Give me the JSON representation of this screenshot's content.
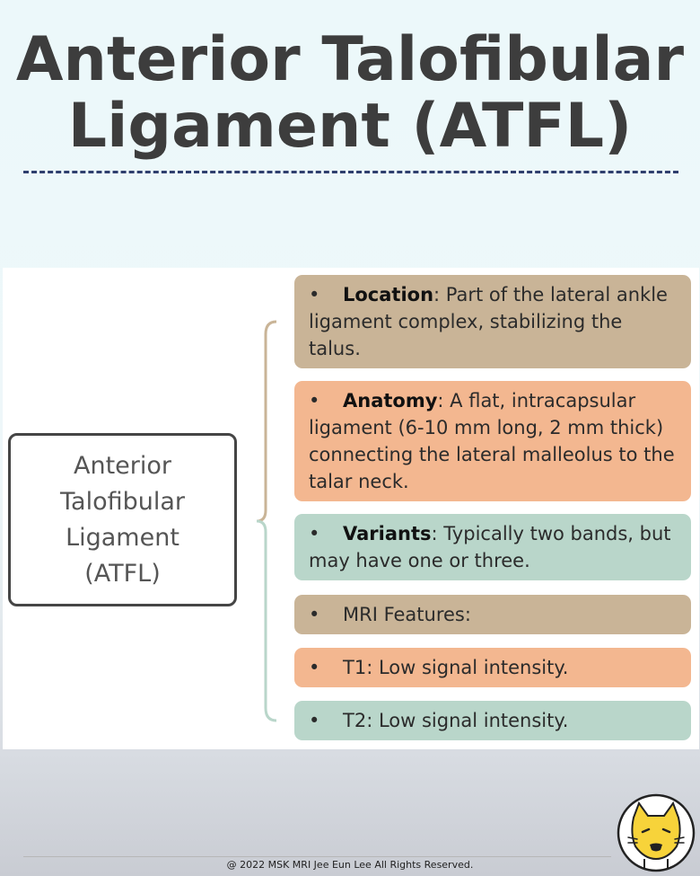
{
  "title": {
    "line1": "Anterior Talofibular",
    "line2": "Ligament (ATFL)"
  },
  "root": {
    "line1": "Anterior",
    "line2": "Talofibular",
    "line3": "Ligament",
    "line4": "(ATFL)"
  },
  "cards": [
    {
      "bullet": "•",
      "term": "Location",
      "text": ": Part of the lateral ankle ligament complex, stabilizing the talus."
    },
    {
      "bullet": "•",
      "term": "Anatomy",
      "text": ": A flat, intracapsular ligament (6-10 mm long, 2 mm thick) connecting the lateral malleolus to the talar neck."
    },
    {
      "bullet": "•",
      "term": "Variants",
      "text": ": Typically two bands, but may have one or three."
    },
    {
      "bullet": "•",
      "text": "MRI Features:"
    },
    {
      "bullet": "•",
      "text": "T1: Low signal intensity."
    },
    {
      "bullet": "•",
      "text": "T2: Low signal intensity."
    }
  ],
  "footer": "@ 2022 MSK MRI Jee Eun Lee All Rights Reserved.",
  "colors": {
    "tan": "#c9b497",
    "salmon": "#f3b790",
    "sage": "#b9d6ca",
    "title": "#3d3d3d",
    "rule": "#2f3f6e"
  }
}
